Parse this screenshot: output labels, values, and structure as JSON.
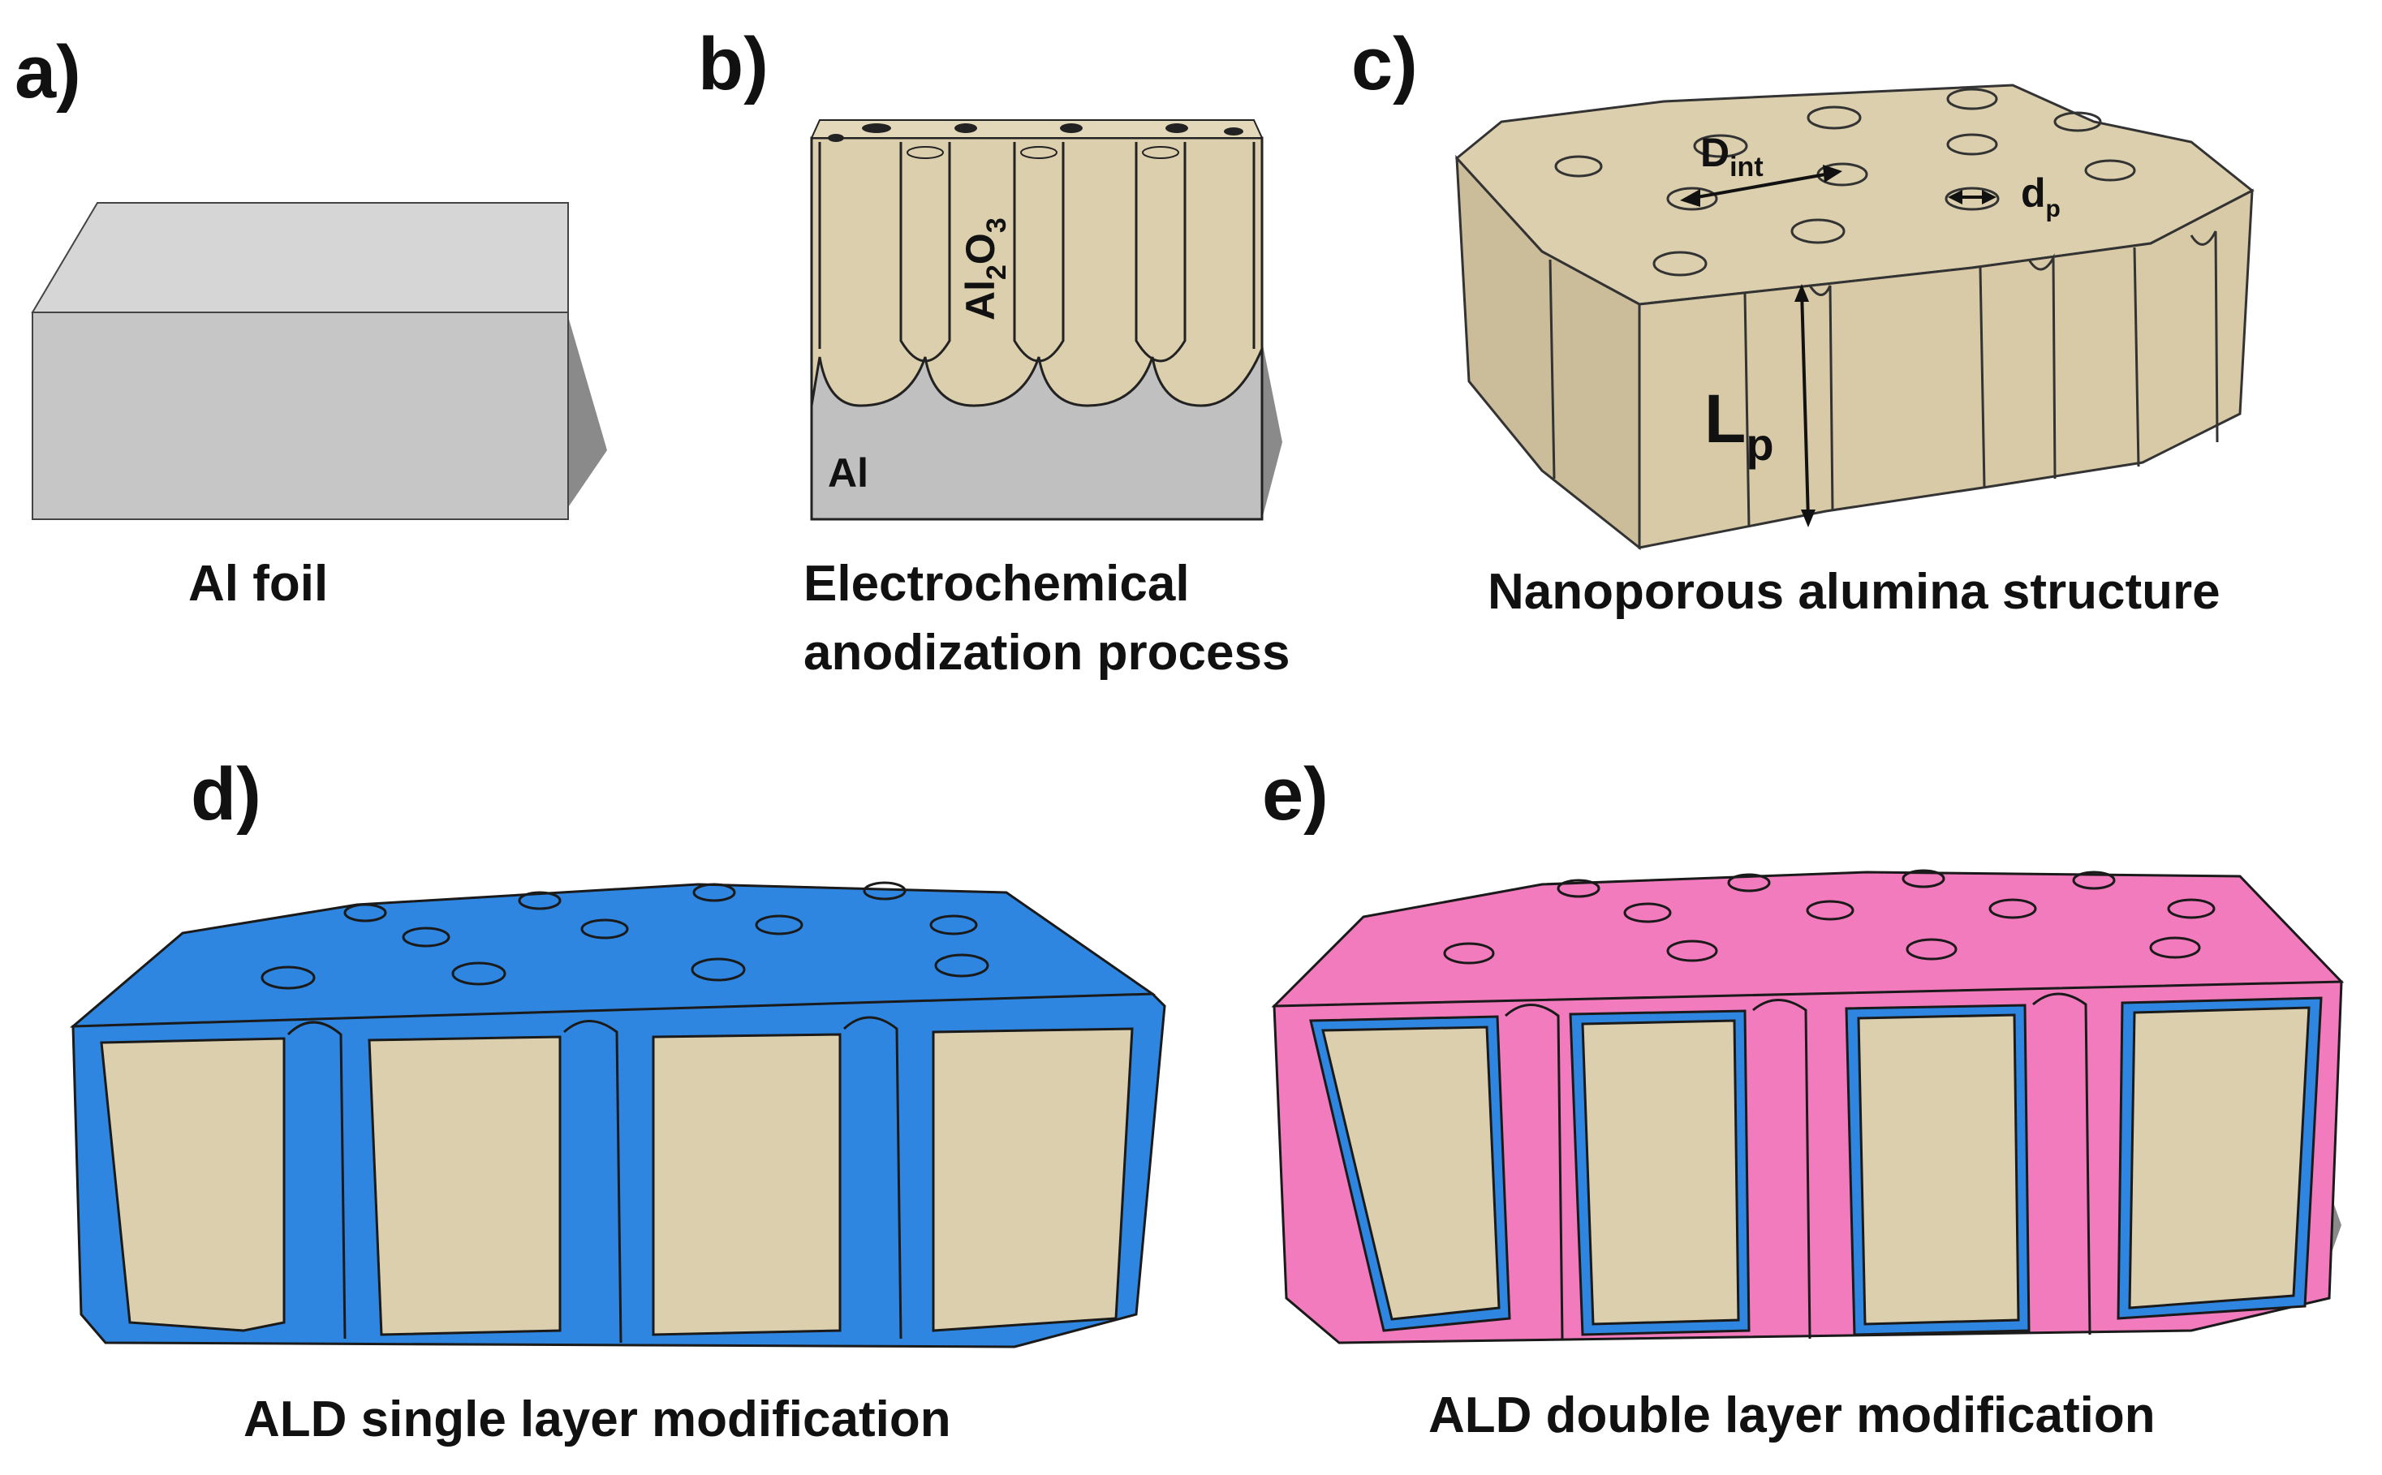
{
  "panels": {
    "a": {
      "letter": "a)",
      "caption": "Al foil"
    },
    "b": {
      "letter": "b)",
      "caption_line1": "Electrochemical",
      "caption_line2": "anodization process",
      "oxide_label": {
        "base": "Al",
        "sub1": "2",
        "mid": "O",
        "sub2": "3"
      },
      "metal_label": "Al"
    },
    "c": {
      "letter": "c)",
      "caption": "Nanoporous alumina structure",
      "d_int": {
        "base": "D",
        "sub": "int"
      },
      "d_p": {
        "base": "d",
        "sub": "p"
      },
      "l_p": {
        "base": "L",
        "sub": "p"
      }
    },
    "d": {
      "letter": "d)",
      "caption": "ALD single layer modification"
    },
    "e": {
      "letter": "e)",
      "caption": "ALD double layer modification"
    }
  },
  "colors": {
    "alumina": "#dccfae",
    "aluminum": "#c0c0c0",
    "foil": "#c9c9c9",
    "ald_blue": "#2e86e0",
    "ald_pink": "#f27bbd",
    "outline": "#222222",
    "shadow": "#8a8a8a"
  }
}
